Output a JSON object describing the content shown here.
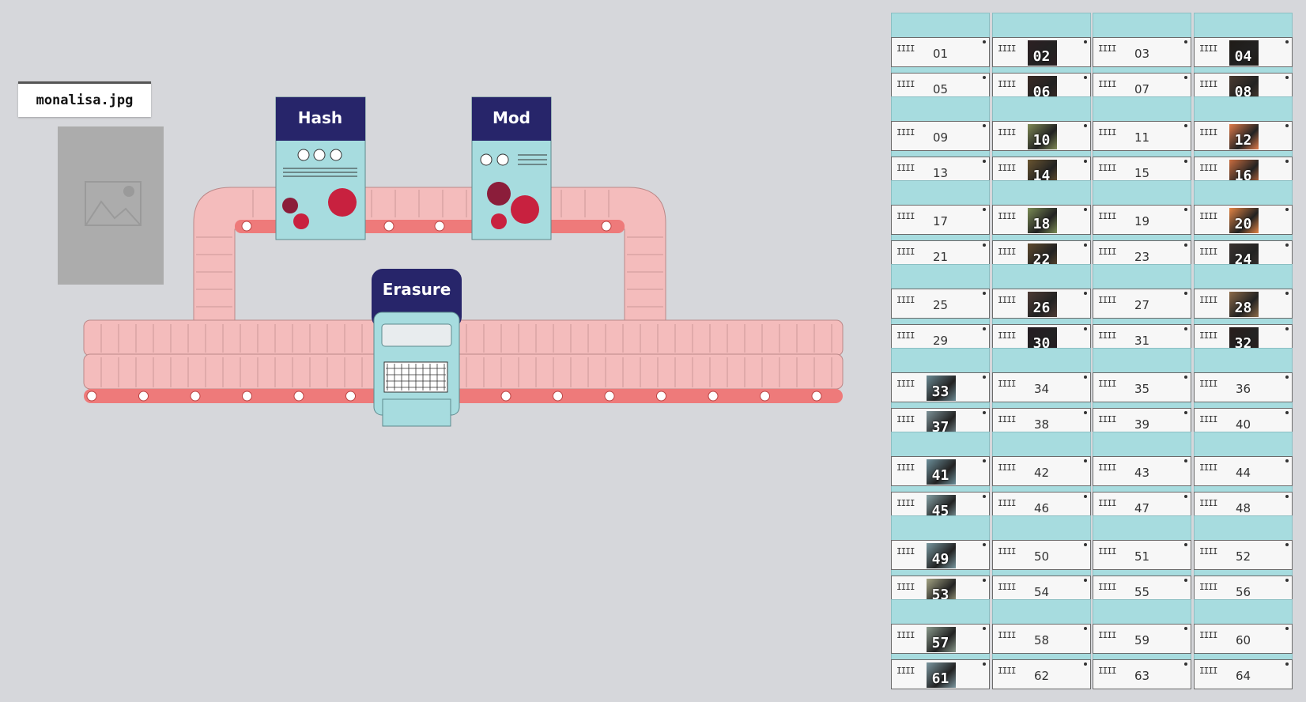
{
  "file": {
    "name": "monalisa.jpg"
  },
  "icons": {
    "placeholder": "image-placeholder-icon"
  },
  "machines": [
    {
      "id": "hash",
      "label": "Hash"
    },
    {
      "id": "mod",
      "label": "Mod"
    },
    {
      "id": "erasure",
      "label": "Erasure"
    }
  ],
  "colors": {
    "background": "#d6d7db",
    "machine_header": "#27256a",
    "machine_body": "#a7dcdf",
    "belt": "#f4bcbc",
    "belt_edge": "#ee7a7a",
    "gear": "#c8213f",
    "slot_tab": "#a7dcdf"
  },
  "slots": [
    {
      "n": "01",
      "img": null
    },
    {
      "n": "02",
      "img": "#2c1f22"
    },
    {
      "n": "03",
      "img": null
    },
    {
      "n": "04",
      "img": "#1f1b17"
    },
    {
      "n": "05",
      "img": null
    },
    {
      "n": "06",
      "img": "#3a2a25"
    },
    {
      "n": "07",
      "img": null
    },
    {
      "n": "08",
      "img": "#4a3a30"
    },
    {
      "n": "09",
      "img": null
    },
    {
      "n": "10",
      "img": "#7f8a55"
    },
    {
      "n": "11",
      "img": null
    },
    {
      "n": "12",
      "img": "#e07b4a"
    },
    {
      "n": "13",
      "img": null
    },
    {
      "n": "14",
      "img": "#6a5530"
    },
    {
      "n": "15",
      "img": null
    },
    {
      "n": "16",
      "img": "#c96d3f"
    },
    {
      "n": "17",
      "img": null
    },
    {
      "n": "18",
      "img": "#7c8d55"
    },
    {
      "n": "19",
      "img": null
    },
    {
      "n": "20",
      "img": "#e58544"
    },
    {
      "n": "21",
      "img": null
    },
    {
      "n": "22",
      "img": "#5f4a2e"
    },
    {
      "n": "23",
      "img": null
    },
    {
      "n": "24",
      "img": "#3a3230"
    },
    {
      "n": "25",
      "img": null
    },
    {
      "n": "26",
      "img": "#4e3b35"
    },
    {
      "n": "27",
      "img": null
    },
    {
      "n": "28",
      "img": "#8c6a48"
    },
    {
      "n": "29",
      "img": null
    },
    {
      "n": "30",
      "img": "#251c22"
    },
    {
      "n": "31",
      "img": null
    },
    {
      "n": "32",
      "img": "#2a1e1c"
    },
    {
      "n": "33",
      "img": "#6b8a94"
    },
    {
      "n": "34",
      "img": null
    },
    {
      "n": "35",
      "img": null
    },
    {
      "n": "36",
      "img": null
    },
    {
      "n": "37",
      "img": "#7d9298"
    },
    {
      "n": "38",
      "img": null
    },
    {
      "n": "39",
      "img": null
    },
    {
      "n": "40",
      "img": null
    },
    {
      "n": "41",
      "img": "#6c8f9a"
    },
    {
      "n": "42",
      "img": null
    },
    {
      "n": "43",
      "img": null
    },
    {
      "n": "44",
      "img": null
    },
    {
      "n": "45",
      "img": "#86a2a6"
    },
    {
      "n": "46",
      "img": null
    },
    {
      "n": "47",
      "img": null
    },
    {
      "n": "48",
      "img": null
    },
    {
      "n": "49",
      "img": "#7898a0"
    },
    {
      "n": "50",
      "img": null
    },
    {
      "n": "51",
      "img": null
    },
    {
      "n": "52",
      "img": null
    },
    {
      "n": "53",
      "img": "#a4a484"
    },
    {
      "n": "54",
      "img": null
    },
    {
      "n": "55",
      "img": null
    },
    {
      "n": "56",
      "img": null
    },
    {
      "n": "57",
      "img": "#8a9a8c"
    },
    {
      "n": "58",
      "img": null
    },
    {
      "n": "59",
      "img": null
    },
    {
      "n": "60",
      "img": null
    },
    {
      "n": "61",
      "img": "#7b97a0"
    },
    {
      "n": "62",
      "img": null
    },
    {
      "n": "63",
      "img": null
    },
    {
      "n": "64",
      "img": null
    }
  ]
}
